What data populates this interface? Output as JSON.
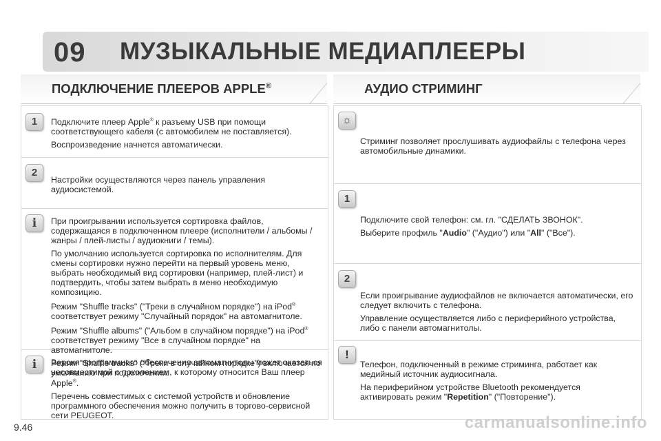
{
  "header": {
    "chapter_number": "09",
    "chapter_title": "МУЗЫКАЛЬНЫЕ МЕДИАПЛЕЕРЫ"
  },
  "page_number": "9.46",
  "watermark": "carmanualsonline.info",
  "left": {
    "title": "ПОДКЛЮЧЕНИЕ ПЛЕЕРОВ APPLE",
    "title_mark": "®",
    "items": [
      {
        "badge": "1",
        "l1a": "Подключите плеер Apple",
        "l1sup": "®",
        "l1b": " к разъему USB при помощи",
        "l2": "соответствующего кабеля (с автомобилем не поставляется).",
        "p2": "Воспроизведение начнется автоматически."
      },
      {
        "badge": "2",
        "p1": "Настройки осуществляются через панель управления аудиосистемой."
      },
      {
        "badge": "i",
        "p1": "При проигрывании используется сортировка файлов, содержащаяся в подключенном плеере (исполнители / альбомы / жанры / плей-листы / аудиокниги / темы).",
        "p2": "По умолчанию используется сортировка по исполнителям. Для смены сортировки нужно перейти на первый уровень меню, выбрать необходимый вид сортировки (например, плей-лист) и подтвердить, чтобы затем выбрать в меню необходимую композицию.",
        "p3a": "Режим \"Shuffle tracks\" (\"Треки в случайном порядке\") на iPod",
        "p3sup": "®",
        "p3b": " соответствует режиму \"Случайный порядок\" на автомагнитоле.",
        "p4a": "Режим \"Shuffle albums\" (\"Альбом в случайном порядке\") на iPod",
        "p4sup": "®",
        "p4b": " соответствует режиму \"Все в случайном порядке\" на автомагнитоле.",
        "p5": "Режим \"Shuffle tracks\" (\"Треки в случайном порядке\") включается по умолчанию при подключении."
      },
      {
        "badge": "i",
        "p1a": "Версия программного обеспечения автомагнитолы может оказаться несовместимой с поколением, к которому относится Ваш плеер Apple",
        "p1sup": "®",
        "p1b": ".",
        "p2": "Перечень совместимых с системой устройств и обновление программного обеспечения можно получить в торгово-сервисной сети PEUGEOT."
      }
    ]
  },
  "right": {
    "title": "АУДИО СТРИМИНГ",
    "items": [
      {
        "badge": "☼",
        "p1": "Стриминг позволяет прослушивать аудиофайлы с телефона через автомобильные динамики."
      },
      {
        "badge": "1",
        "p1": "Подключите свой телефон: см. гл. \"СДЕЛАТЬ ЗВОНОК\".",
        "p2a": "Выберите профиль \"",
        "p2b": "Audio",
        "p2c": "\" (\"Аудио\") или \"",
        "p2d": "All",
        "p2e": "\" (\"Все\")."
      },
      {
        "badge": "2",
        "p1": "Если проигрывание аудиофайлов не включается автоматически, его следует включить с телефона.",
        "p2": "Управление осуществляется либо с периферийного устройства, либо с панели автомагнитолы."
      },
      {
        "badge": "!",
        "p1": "Телефон, подключенный в режиме стриминга, работает как медийный источник аудиосигнала.",
        "p2a": "На периферийном устройстве Bluetooth рекомендуется активировать режим \"",
        "p2b": "Repetition",
        "p2c": "\" (\"Повторение\")."
      }
    ]
  }
}
